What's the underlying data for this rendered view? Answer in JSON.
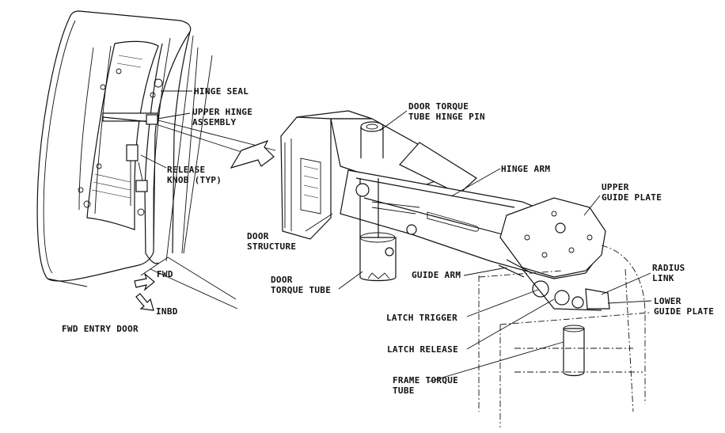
{
  "labels": {
    "hinge_seal": "HINGE SEAL",
    "upper_hinge_assembly": [
      "UPPER HINGE",
      "ASSEMBLY"
    ],
    "release_knob": [
      "RELEASE",
      "KNOB (TYP)"
    ],
    "fwd": "FWD",
    "inbd": "INBD",
    "fwd_entry_door": "FWD ENTRY DOOR",
    "door_torque_tube_hinge_pin": [
      "DOOR TORQUE",
      "TUBE HINGE PIN"
    ],
    "hinge_arm": "HINGE ARM",
    "upper_guide_plate": [
      "UPPER",
      "GUIDE PLATE"
    ],
    "door_structure": [
      "DOOR",
      "STRUCTURE"
    ],
    "door_torque_tube": [
      "DOOR",
      "TORQUE TUBE"
    ],
    "guide_arm": "GUIDE ARM",
    "radius_link": [
      "RADIUS",
      "LINK"
    ],
    "lower_guide_plate": [
      "LOWER",
      "GUIDE PLATE"
    ],
    "latch_trigger": "LATCH TRIGGER",
    "latch_release": "LATCH RELEASE",
    "frame_torque_tube": [
      "FRAME TORQUE",
      "TUBE"
    ]
  }
}
